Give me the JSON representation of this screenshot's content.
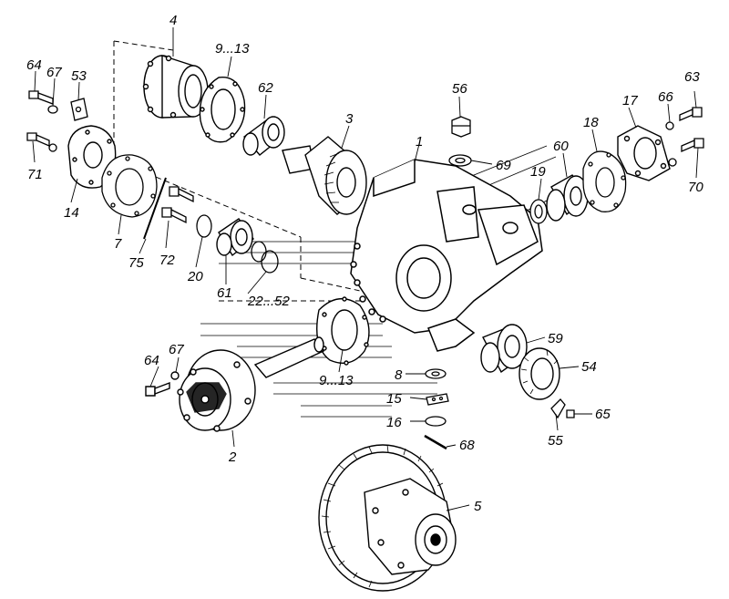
{
  "labels": {
    "l4": "4",
    "l9_13_top": "9...13",
    "l62": "62",
    "l3": "3",
    "l64_top": "64",
    "l67_top": "67",
    "l53": "53",
    "l71": "71",
    "l14": "14",
    "l7": "7",
    "l75": "75",
    "l72": "72",
    "l20": "20",
    "l61": "61",
    "l22_52": "22...52",
    "l56": "56",
    "l69": "69",
    "l1": "1",
    "l19": "19",
    "l60": "60",
    "l18": "18",
    "l17": "17",
    "l66": "66",
    "l63": "63",
    "l70": "70",
    "l9_13_mid": "9...13",
    "l59": "59",
    "l54": "54",
    "l8": "8",
    "l15": "15",
    "l16": "16",
    "l65": "65",
    "l55": "55",
    "l67_low": "67",
    "l64_low": "64",
    "l2": "2",
    "l68": "68",
    "l5": "5"
  }
}
